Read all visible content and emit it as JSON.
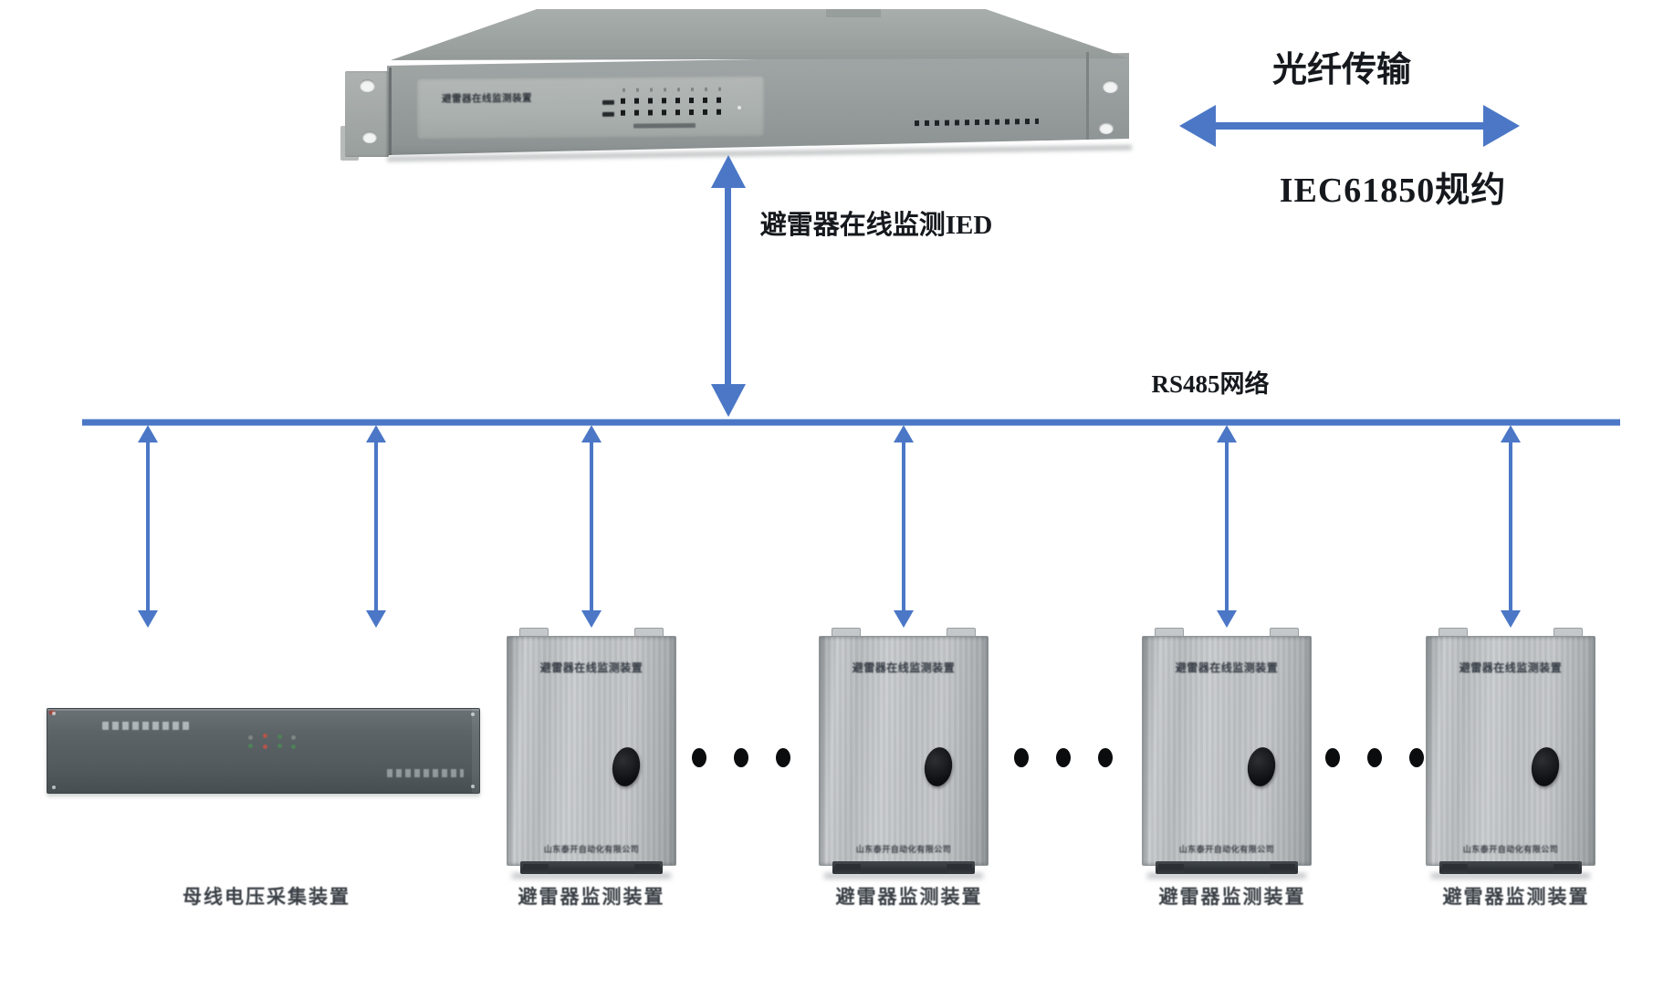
{
  "links": {
    "fiber": {
      "label_top": "光纤传输",
      "label_bottom": "IEC61850规约"
    },
    "ied_link_label": "避雷器在线监测IED",
    "bus_label": "RS485网络"
  },
  "devices": {
    "ied": {
      "panel_text": "避雷器在线监测装置"
    },
    "bus_voltage_collector": {
      "label": "母线电压采集装置"
    },
    "arrester_monitors": [
      {
        "label": "避雷器监测装置",
        "panel_text": "避雷器在线监测装置",
        "footer_text": "山东泰开自动化有限公司"
      },
      {
        "label": "避雷器监测装置",
        "panel_text": "避雷器在线监测装置",
        "footer_text": "山东泰开自动化有限公司"
      },
      {
        "label": "避雷器监测装置",
        "panel_text": "避雷器在线监测装置",
        "footer_text": "山东泰开自动化有限公司"
      },
      {
        "label": "避雷器监测装置",
        "panel_text": "避雷器在线监测装置",
        "footer_text": "山东泰开自动化有限公司"
      }
    ]
  },
  "icons": {
    "double_arrow": "↔",
    "continuation_dots": "● ● ●"
  },
  "colors": {
    "arrow_blue": "#4b77c6",
    "label_dark": "#15181c",
    "metal_gray": "#bcc0c2",
    "dark_rack": "#555d61"
  }
}
